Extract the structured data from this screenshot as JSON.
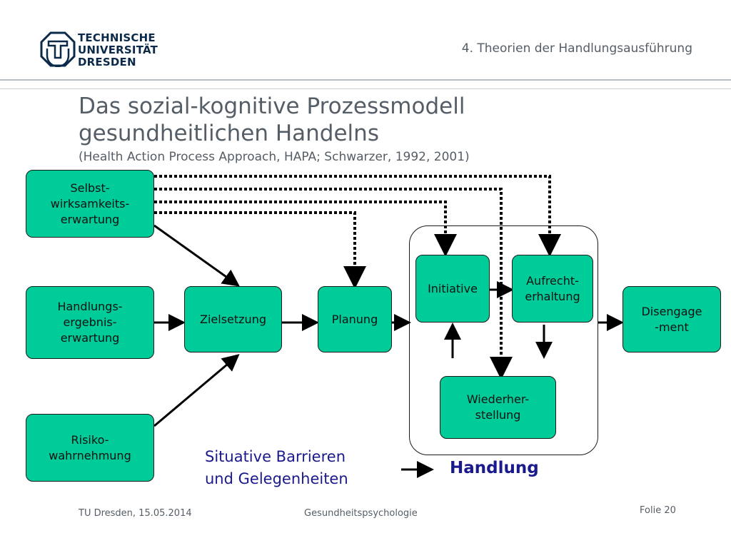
{
  "header": {
    "logo_lines": [
      "TECHNISCHE",
      "UNIVERSITÄT",
      "DRESDEN"
    ],
    "chapter": "4. Theorien der Handlungsausführung"
  },
  "title": {
    "line1": "Das sozial-kognitive Prozessmodell",
    "line2": "gesundheitlichen Handelns",
    "subtitle": "(Health Action Process Approach, HAPA; Schwarzer, 1992, 2001)"
  },
  "diagram": {
    "nodes": {
      "selbstwirksamkeit": "Selbst-\nwirksamkeits-\nerwartung",
      "handlungsergebnis": "Handlungs-\nergebnis-\nerwartung",
      "risiko": "Risiko-\nwahrnehmung",
      "zielsetzung": "Zielsetzung",
      "planung": "Planung",
      "initiative": "Initiative",
      "aufrechterhaltung": "Aufrecht-\nerhaltung",
      "wiederherstellung": "Wiederher-\nstellung",
      "disengagement": "Disengage\n-ment"
    },
    "situative": "Situative Barrieren\nund Gelegenheiten",
    "handlung": "Handlung",
    "colors": {
      "node_fill": "#00cc99",
      "label_text": "#1a1a8c",
      "line": "#000000"
    }
  },
  "footer": {
    "left": "TU Dresden, 15.05.2014",
    "center": "Gesundheitspsychologie",
    "right": "Folie 20"
  }
}
